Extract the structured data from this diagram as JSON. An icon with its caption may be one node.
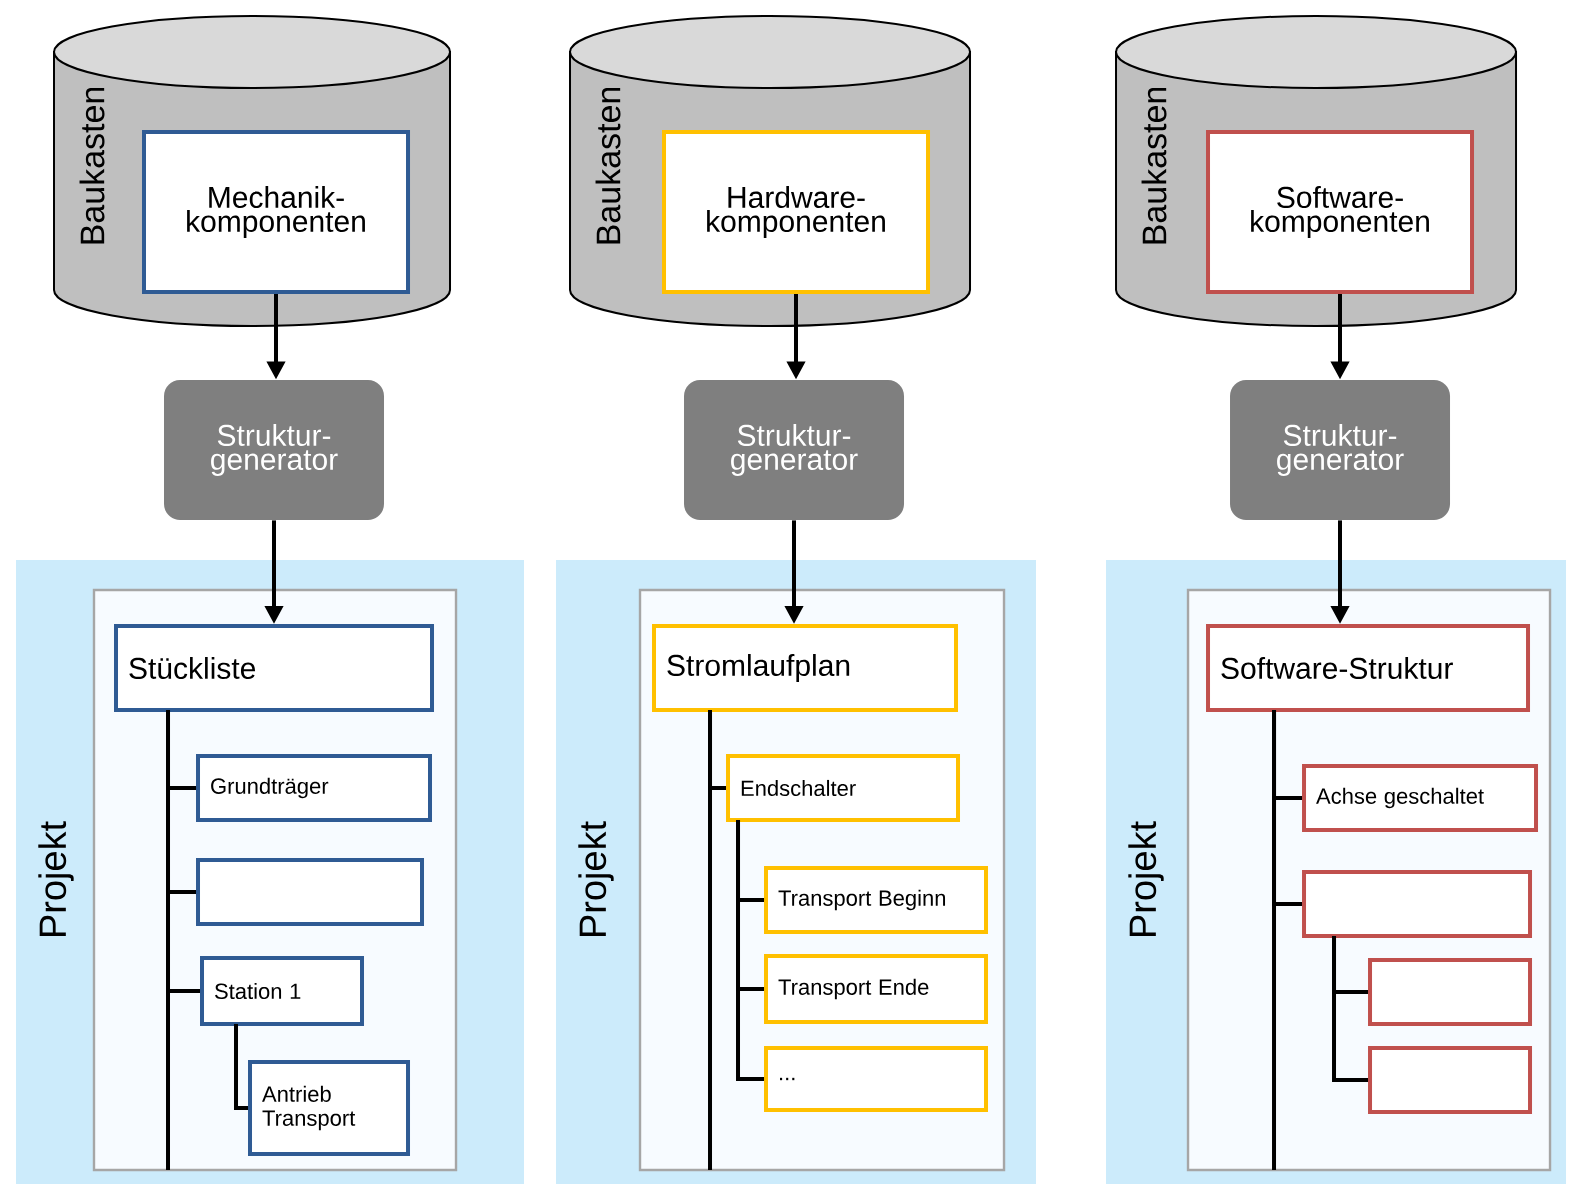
{
  "diagram": {
    "nodes": [
      {
        "text": [
          "Baukasten"
        ]
      },
      {
        "text": [
          "Mechanik- komponenten"
        ],
        "in": 0
      },
      {
        "text": [
          "Struktur- generator"
        ]
      },
      {
        "text": [
          "Projekt"
        ]
      },
      {
        "text": [],
        "shape": "box",
        "in": 3
      },
      {
        "text": [
          "Stückliste"
        ],
        "in": 4
      },
      {
        "text": [
          "Grundträger"
        ],
        "in": 4
      },
      {
        "text": [],
        "shape": "box",
        "in": 4
      },
      {
        "text": [
          "Station 1"
        ],
        "in": 4
      },
      {
        "text": [
          "Antrieb Transport"
        ],
        "in": 4
      },
      {
        "text": [
          "Baukasten"
        ]
      },
      {
        "text": [
          "Hardware- komponenten"
        ],
        "in": 10
      },
      {
        "text": [
          "Struktur- generator"
        ]
      },
      {
        "text": [
          "Projekt"
        ]
      },
      {
        "text": [],
        "shape": "box",
        "in": 13
      },
      {
        "text": [
          "Stromlaufplan"
        ],
        "in": 14
      },
      {
        "text": [
          "Endschalter"
        ],
        "in": 14
      },
      {
        "text": [
          "Transport Beginn"
        ],
        "in": 14
      },
      {
        "text": [
          "Transport Ende"
        ],
        "in": 14
      },
      {
        "text": [
          "..."
        ],
        "in": 14
      },
      {
        "text": [
          "Baukasten"
        ]
      },
      {
        "text": [
          "Software- komponenten"
        ],
        "in": 20
      },
      {
        "text": [
          "Struktur- generator"
        ]
      },
      {
        "text": [
          "Projekt"
        ]
      },
      {
        "text": [],
        "shape": "box",
        "in": 23
      },
      {
        "text": [
          "Software-Struktur"
        ],
        "in": 24
      },
      {
        "text": [
          "Achse geschaltet"
        ],
        "in": 24
      },
      {
        "text": [],
        "shape": "box",
        "in": 24
      },
      {
        "text": [],
        "shape": "box",
        "in": 24
      },
      {
        "text": [],
        "shape": "box",
        "in": 24
      }
    ],
    "edges": [
      {
        "from": 1,
        "to": 2,
        "arrow": "to"
      },
      {
        "from": 2,
        "to": 5,
        "arrow": "to"
      },
      {
        "from": 5,
        "to": 6,
        "arrow": "none"
      },
      {
        "from": 5,
        "to": 7,
        "arrow": "none"
      },
      {
        "from": 5,
        "to": 8,
        "arrow": "none"
      },
      {
        "from": 8,
        "to": 9,
        "arrow": "none"
      },
      {
        "from": 11,
        "to": 12,
        "arrow": "to"
      },
      {
        "from": 12,
        "to": 15,
        "arrow": "to"
      },
      {
        "from": 15,
        "to": 16,
        "arrow": "none"
      },
      {
        "from": 16,
        "to": 17,
        "arrow": "none"
      },
      {
        "from": 16,
        "to": 18,
        "arrow": "none"
      },
      {
        "from": 16,
        "to": 19,
        "arrow": "none"
      },
      {
        "from": 21,
        "to": 22,
        "arrow": "to"
      },
      {
        "from": 22,
        "to": 25,
        "arrow": "to"
      },
      {
        "from": 25,
        "to": 26,
        "arrow": "none"
      },
      {
        "from": 25,
        "to": 27,
        "arrow": "none"
      },
      {
        "from": 27,
        "to": 28,
        "arrow": "none"
      },
      {
        "from": 27,
        "to": 29,
        "arrow": "none"
      }
    ]
  }
}
